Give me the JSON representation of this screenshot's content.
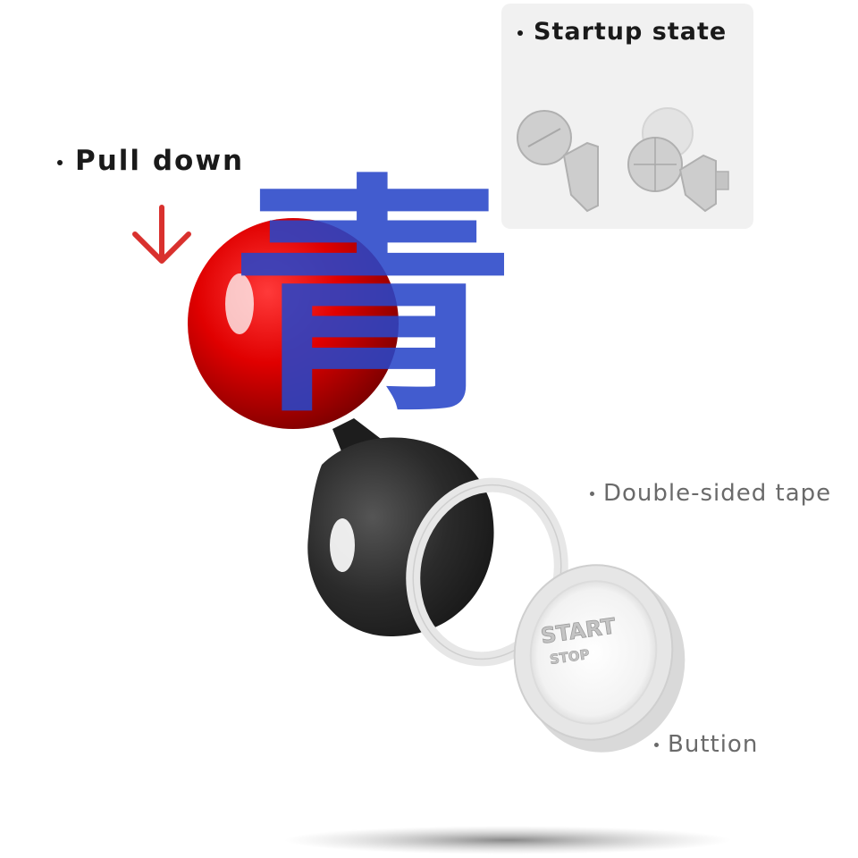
{
  "labels": {
    "pull_down": "Pull down",
    "startup_state": "Startup state",
    "double_sided_tape": "Double-sided tape",
    "button": "Buttion"
  },
  "button_face": {
    "line1": "START",
    "line2": "STOP"
  },
  "watermark": {
    "character": "青"
  },
  "icons": {
    "arrow": "arrow-down-icon"
  },
  "colors": {
    "ball": "#d40000",
    "arrow": "#d9312e",
    "housing": "#2a2a2a",
    "watermark": "#2f4fc4",
    "panel_bg": "#f1f1f1"
  }
}
